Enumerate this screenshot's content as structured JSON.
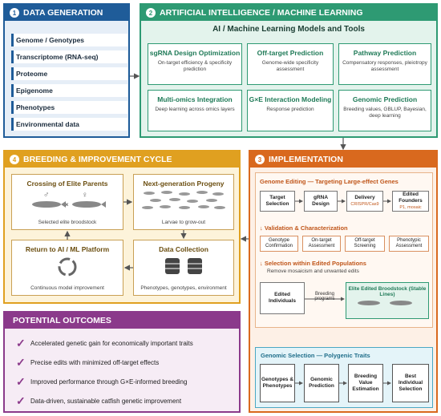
{
  "p1": {
    "num": "1",
    "title": "DATA GENERATION",
    "items": [
      "Genome / Genotypes",
      "Transcriptome (RNA-seq)",
      "Proteome",
      "Epigenome",
      "Phenotypes",
      "Environmental data"
    ]
  },
  "p2": {
    "num": "2",
    "title": "ARTIFICIAL INTELLIGENCE / MACHINE LEARNING",
    "subtitle": "AI / Machine Learning Models and Tools",
    "tools": [
      {
        "t": "sgRNA Design Optimization",
        "d": "On-target efficiency & specificity prediction"
      },
      {
        "t": "Off-target Prediction",
        "d": "Genome-wide specificity assessment"
      },
      {
        "t": "Pathway Prediction",
        "d": "Compensatory responses, pleiotropy assessment"
      },
      {
        "t": "Multi-omics Integration",
        "d": "Deep learning across omics layers"
      },
      {
        "t": "G×E Interaction Modeling",
        "d": "Response prediction"
      },
      {
        "t": "Genomic Prediction",
        "d": "Breeding values, GBLUP, Bayesian, deep learning"
      }
    ]
  },
  "p4": {
    "num": "4",
    "title": "BREEDING & IMPROVEMENT CYCLE",
    "crossing": {
      "t": "Crossing of Elite Parents",
      "d": "Selected elite broodstock"
    },
    "progeny": {
      "t": "Next-generation Progeny",
      "d": "Larvae to grow-out"
    },
    "ret": {
      "t": "Return to AI / ML Platform",
      "d": "Continuous model improvement"
    },
    "collect": {
      "t": "Data Collection",
      "d": "Phenotypes, genotypes, environment"
    }
  },
  "p3": {
    "num": "3",
    "title": "IMPLEMENTATION",
    "ge_title": "Genome Editing — Targeting Large-effect Genes",
    "steps": [
      {
        "t": "Target Selection",
        "s": ""
      },
      {
        "t": "gRNA Design",
        "s": ""
      },
      {
        "t": "Delivery",
        "s": "CRISPR/Cas9"
      },
      {
        "t": "Edited Founders",
        "s": "P1, mosaic"
      }
    ],
    "val_title": "↓ Validation & Characterization",
    "val": [
      "Genotype Confirmation",
      "On-target Assessment",
      "Off-target Screening",
      "Phenotypic Assessment"
    ],
    "sel_title": "↓ Selection within Edited Populations",
    "sel_sub": "Remove mosaicism and unwanted edits",
    "edited": "Edited Individuals",
    "breeding": "Breeding programs",
    "elite": "Elite Edited Broodstock (Stable Lines)",
    "gs_title": "Genomic Selection — Polygenic Traits",
    "gs": [
      "Genotypes & Phenotypes",
      "Genomic Prediction",
      "Breeding Value Estimation",
      "Best Individual Selection"
    ]
  },
  "p5": {
    "title": "POTENTIAL OUTCOMES",
    "items": [
      "Accelerated genetic gain for economically important traits",
      "Precise edits with minimized off-target effects",
      "Improved performance through G×E-informed breeding",
      "Data-driven, sustainable catfish genetic improvement"
    ]
  }
}
